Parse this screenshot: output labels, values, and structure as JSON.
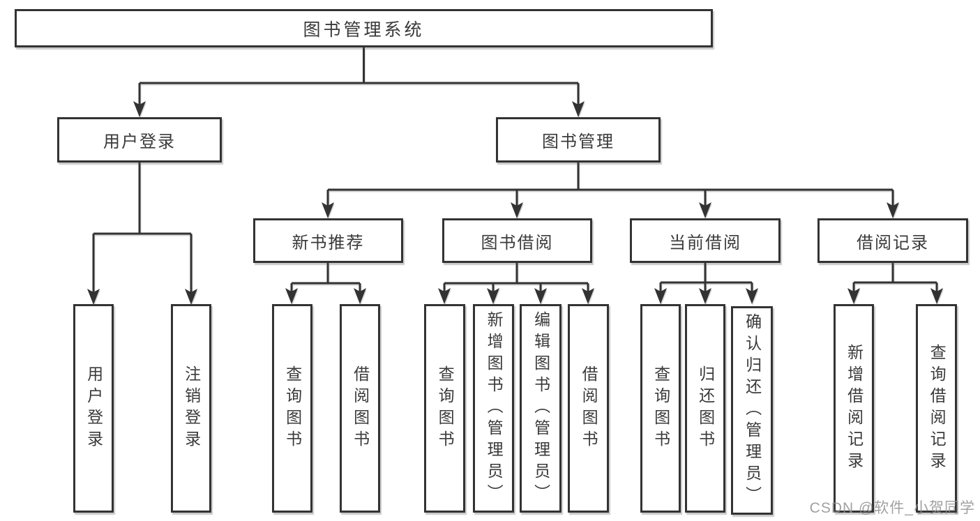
{
  "colors": {
    "border": "#333333",
    "line": "#333333",
    "text": "#3a3a3a",
    "background": "#ffffff",
    "watermark": "#919191"
  },
  "diagram": {
    "root": {
      "label": "图书管理系统"
    },
    "level2": {
      "user_login": {
        "label": "用户登录"
      },
      "book_management": {
        "label": "图书管理"
      }
    },
    "level3": {
      "new_book_recommend": {
        "label": "新书推荐"
      },
      "book_borrow": {
        "label": "图书借阅"
      },
      "current_borrow": {
        "label": "当前借阅"
      },
      "borrow_records": {
        "label": "借阅记录"
      }
    },
    "leaves": {
      "user_login": {
        "label": "用户登录"
      },
      "logout_login": {
        "label": "注销登录"
      },
      "recommend_query_books": {
        "label": "查询图书"
      },
      "recommend_borrow_books": {
        "label": "借阅图书"
      },
      "borrow_query_books": {
        "label": "查询图书"
      },
      "borrow_add_books_admin": {
        "label": "新增图书（管理员）"
      },
      "borrow_edit_books_admin": {
        "label": "编辑图书（管理员）"
      },
      "borrow_borrow_books": {
        "label": "借阅图书"
      },
      "current_query_books": {
        "label": "查询图书"
      },
      "current_return_books": {
        "label": "归还图书"
      },
      "current_confirm_return_admin": {
        "label": "确认归还（管理员）"
      },
      "records_add_record": {
        "label": "新增借阅记录"
      },
      "records_query_record": {
        "label": "查询借阅记录"
      }
    }
  },
  "watermark": {
    "text": "CSDN @软件_小贺同学"
  }
}
